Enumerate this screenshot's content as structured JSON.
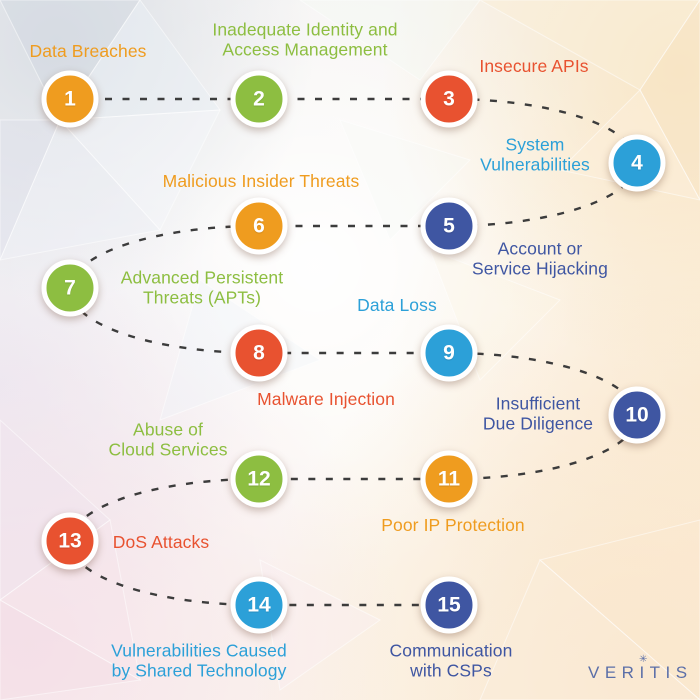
{
  "palette": {
    "orange": "#EF9C1F",
    "green": "#8DBE41",
    "red": "#E85230",
    "blue": "#2CA0D8",
    "navy": "#3F56A2",
    "connector": "#3C3C3C"
  },
  "brand": {
    "name": "VERITIS",
    "color": "#5B6FA8"
  },
  "items": [
    {
      "number": "1",
      "label": "Data Breaches",
      "color": "orange"
    },
    {
      "number": "2",
      "label": "Inadequate Identity and\nAccess Management",
      "color": "green"
    },
    {
      "number": "3",
      "label": "Insecure APIs",
      "color": "red"
    },
    {
      "number": "4",
      "label": "System\nVulnerabilities",
      "color": "blue"
    },
    {
      "number": "5",
      "label": "Account or\nService Hijacking",
      "color": "navy"
    },
    {
      "number": "6",
      "label": "Malicious Insider Threats",
      "color": "orange"
    },
    {
      "number": "7",
      "label": "Advanced Persistent\nThreats (APTs)",
      "color": "green"
    },
    {
      "number": "8",
      "label": "Malware Injection",
      "color": "red"
    },
    {
      "number": "9",
      "label": "Data Loss",
      "color": "blue"
    },
    {
      "number": "10",
      "label": "Insufficient\nDue Diligence",
      "color": "navy"
    },
    {
      "number": "11",
      "label": "Poor IP Protection",
      "color": "orange"
    },
    {
      "number": "12",
      "label": "Abuse of\nCloud Services",
      "color": "green"
    },
    {
      "number": "13",
      "label": "DoS Attacks",
      "color": "red"
    },
    {
      "number": "14",
      "label": "Vulnerabilities Caused\nby Shared Technology",
      "color": "blue"
    },
    {
      "number": "15",
      "label": "Communication\nwith CSPs",
      "color": "navy"
    }
  ]
}
